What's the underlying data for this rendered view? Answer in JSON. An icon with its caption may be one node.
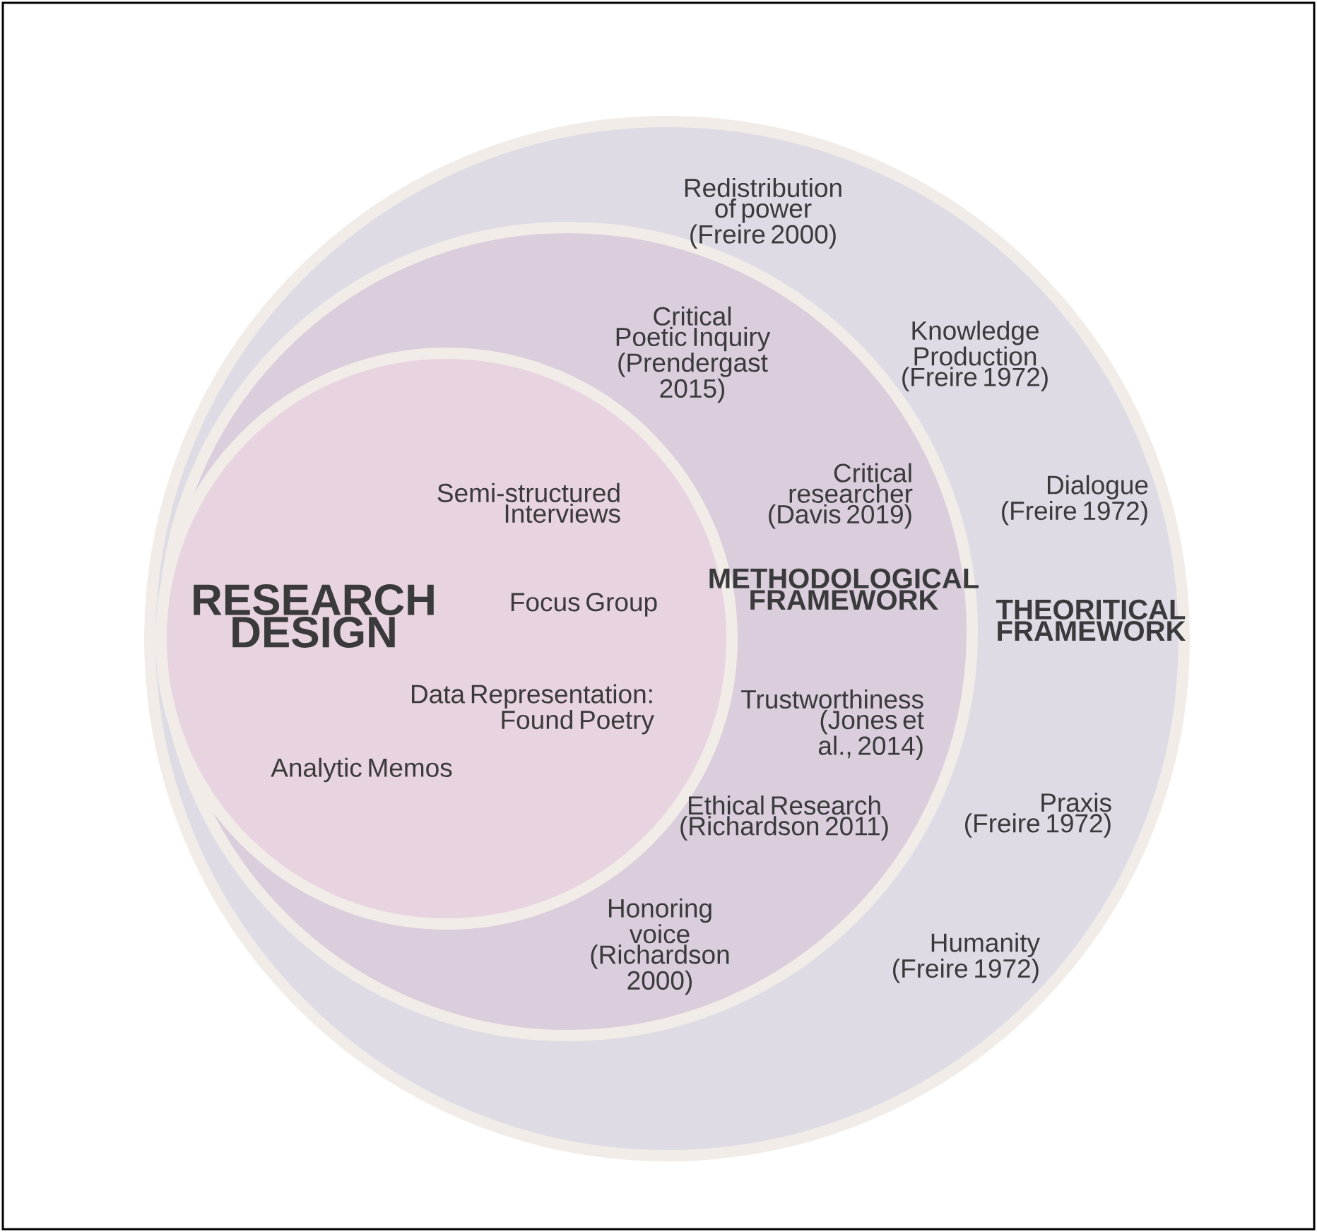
{
  "diagram": {
    "nodes": [
      {
        "text": [
          "THEORITICAL FRAMEWORK",
          "Redistribution of power (Freire 2000)",
          "Knowledge Production (Freire 1972)",
          "Dialogue (Freire  1972)",
          "Praxis (Freire 1972)",
          "Humanity (Freire 1972)"
        ]
      },
      {
        "text": [
          "METHODOLOGICAL FRAMEWORK",
          "Critical Poetic Inquiry (Prendergast 2015)",
          "Critical researcher (Davis 2019)",
          "Trustworthiness (Jones et al., 2014)",
          "Ethical Research (Richardson 2011)",
          "Honoring voice (Richardson 2000)"
        ],
        "in": 0
      },
      {
        "text": [
          "RESEARCH DESIGN",
          "Semi-structured Interviews",
          "Focus Group",
          "Data Representation: Found Poetry",
          "Analytic Memos"
        ],
        "in": 1
      }
    ]
  }
}
